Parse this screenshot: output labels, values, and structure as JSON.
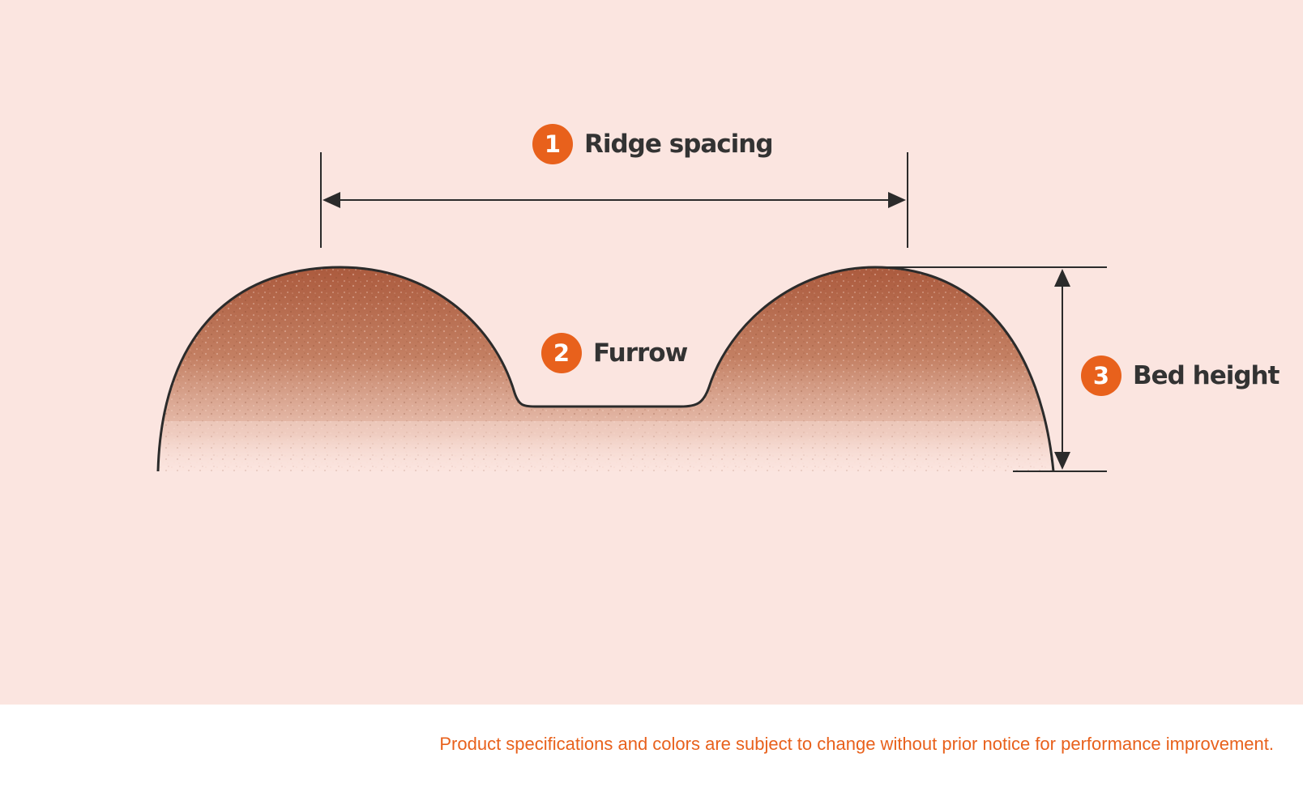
{
  "labels": {
    "ridge_spacing": {
      "number": "1",
      "text": "Ridge spacing"
    },
    "furrow": {
      "number": "2",
      "text": "Furrow"
    },
    "bed_height": {
      "number": "3",
      "text": "Bed height"
    }
  },
  "footer": {
    "note": "Product specifications and colors are subject to change without prior notice for performance improvement."
  },
  "colors": {
    "background": "#fbe5e0",
    "accent": "#e8611c",
    "soil_dark": "#a0522d",
    "soil_light": "#d9967a",
    "outline": "#2b2b2b",
    "label_text": "#333333"
  },
  "icons": {
    "dimension_arrow": "arrowhead"
  }
}
